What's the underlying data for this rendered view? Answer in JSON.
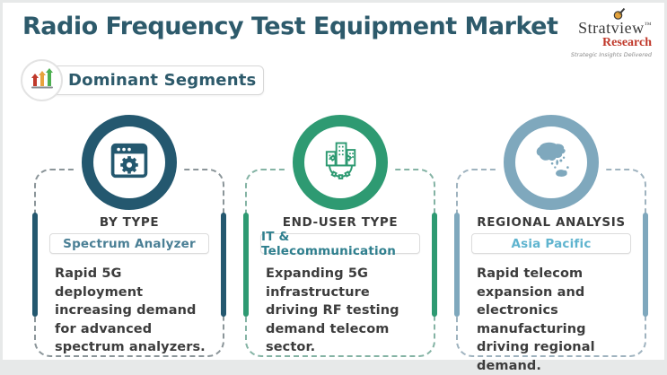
{
  "header": {
    "title": "Radio Frequency Test Equipment Market",
    "logo": {
      "name": "Stratview",
      "trademark": "™",
      "subname": "Research",
      "tagline": "Strategic Insights Delivered"
    }
  },
  "badge": {
    "label": "Dominant Segments",
    "icon": "rising-arrows-chart-icon",
    "arrow_colors": [
      "#c0392b",
      "#e8a33d",
      "#4caf50"
    ]
  },
  "cards": [
    {
      "category": "BY TYPE",
      "value": "Spectrum Analyzer",
      "description": "Rapid 5G deployment increasing demand for advanced spectrum analyzers.",
      "icon": "browser-gear-icon",
      "accent": "#24586f",
      "dash_color": "#8b9599",
      "value_color": "#4a7f95"
    },
    {
      "category": "END-USER TYPE",
      "value": "IT & Telecommunication",
      "description": "Expanding 5G infrastructure driving RF testing demand telecom sector.",
      "icon": "buildings-gear-icon",
      "accent": "#2e9a72",
      "dash_color": "#84b3a4",
      "value_color": "#2f7f8e"
    },
    {
      "category": "REGIONAL ANALYSIS",
      "value": "Asia Pacific",
      "description": "Rapid telecom expansion and electronics manufacturing driving regional demand.",
      "icon": "asia-pacific-map-icon",
      "accent": "#7fa8bd",
      "dash_color": "#9fb3bf",
      "value_color": "#5fb4cf"
    }
  ],
  "colors": {
    "title": "#2d5a6b",
    "body_text": "#3c3c3c",
    "logo_research": "#c0392b",
    "background": "#ffffff"
  }
}
